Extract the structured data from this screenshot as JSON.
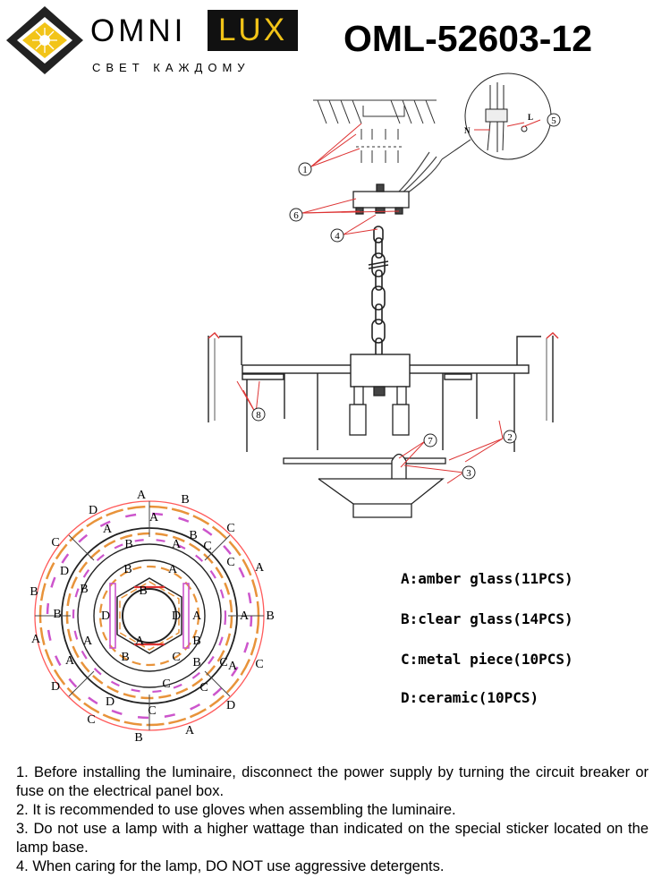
{
  "header": {
    "brand_left": "OMNI",
    "brand_right": "LUX",
    "tagline": "СВЕТ КАЖДОМУ",
    "model": "OML-52603-12",
    "brand_colors": {
      "gold": "#f2c418",
      "dark": "#111111"
    }
  },
  "callouts": [
    "1",
    "2",
    "3",
    "4",
    "5",
    "6",
    "7",
    "8"
  ],
  "wiring_labels": {
    "neutral": "N",
    "live": "L"
  },
  "legend": [
    {
      "key": "A",
      "text": "A:amber glass(11PCS)"
    },
    {
      "key": "B",
      "text": "B:clear glass(14PCS)"
    },
    {
      "key": "C",
      "text": "C:metal piece(10PCS)"
    },
    {
      "key": "D",
      "text": "D:ceramic(10PCS)"
    }
  ],
  "ring_labels": {
    "outer": [
      "A",
      "B",
      "C",
      "A",
      "B",
      "C",
      "A",
      "B",
      "C",
      "A",
      "B",
      "C",
      "A",
      "B",
      "C",
      "D",
      "B",
      "A",
      "C",
      "D",
      "B",
      "A"
    ],
    "middle": [
      "D",
      "A",
      "B",
      "C",
      "A",
      "B",
      "C",
      "A",
      "B",
      "C",
      "D",
      "A",
      "B",
      "C",
      "D",
      "A",
      "B",
      "C"
    ],
    "inner": [
      "B",
      "A",
      "D",
      "D",
      "B",
      "A",
      "C",
      "B",
      "A",
      "C",
      "D",
      "B"
    ]
  },
  "notes": [
    "1. Before installing the luminaire, disconnect the power supply by turning the circuit breaker or fuse on the electrical panel box.",
    "2. It is recommended to use gloves when assembling the luminaire.",
    "3. Do not use a lamp with a higher wattage than indicated on the special sticker located on the lamp base.",
    "4. When caring for the lamp, DO NOT use aggressive detergents."
  ]
}
